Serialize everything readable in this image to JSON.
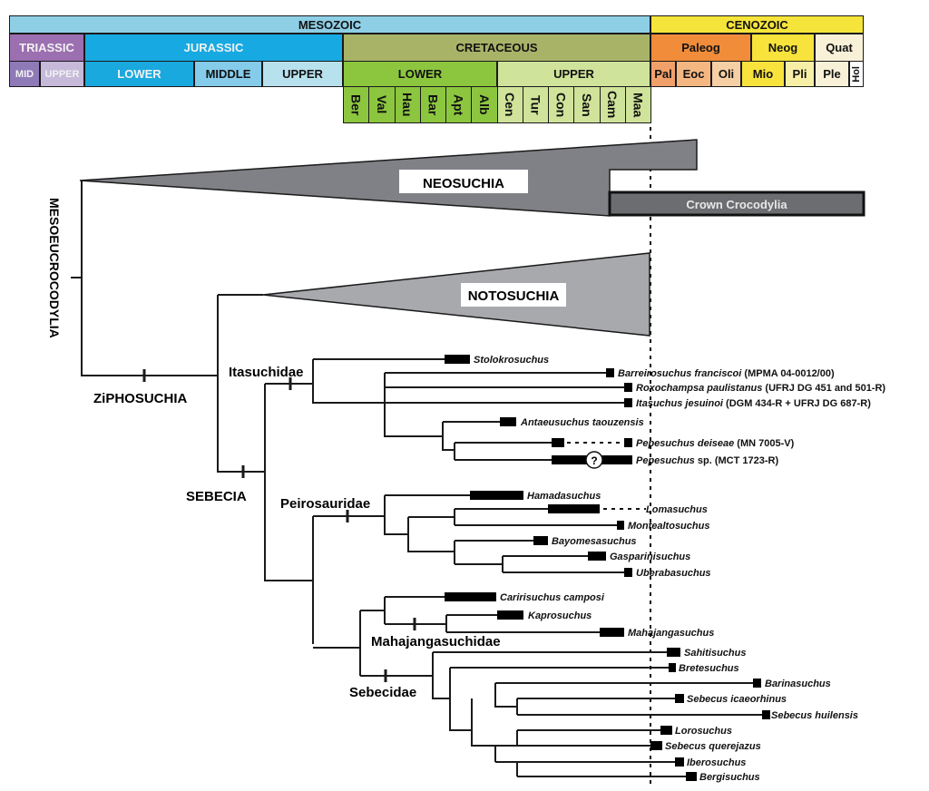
{
  "timescale": {
    "eras": [
      {
        "key": "mesozoic",
        "label": "MESOZOIC",
        "color": "#8ecfe6"
      },
      {
        "key": "cenozoic",
        "label": "CENOZOIC",
        "color": "#f5e43a"
      }
    ],
    "periods": [
      {
        "key": "triassic",
        "label": "TRIASSIC",
        "color": "#9b6fb0",
        "white": true
      },
      {
        "key": "jurassic",
        "label": "JURASSIC",
        "color": "#17a9e1",
        "white": true
      },
      {
        "key": "cretaceous",
        "label": "CRETACEOUS",
        "color": "#a8b368"
      },
      {
        "key": "paleog",
        "label": "Paleog",
        "color": "#f08c3a"
      },
      {
        "key": "neog",
        "label": "Neog",
        "color": "#f7e33b"
      },
      {
        "key": "quat",
        "label": "Quat",
        "color": "#f8f1d8"
      }
    ],
    "epochs": [
      {
        "key": "tri-mid",
        "label": "MID",
        "color": "#8f7ab8",
        "white": true
      },
      {
        "key": "tri-upper",
        "label": "UPPER",
        "color": "#c6b9da",
        "white": true
      },
      {
        "key": "jur-lower",
        "label": "LOWER",
        "color": "#1aa9df",
        "white": true
      },
      {
        "key": "jur-middle",
        "label": "MIDDLE",
        "color": "#85cbea"
      },
      {
        "key": "jur-upper",
        "label": "UPPER",
        "color": "#b8e1ee"
      },
      {
        "key": "cre-lower",
        "label": "LOWER",
        "color": "#8cc63f"
      },
      {
        "key": "cre-upper",
        "label": "UPPER",
        "color": "#cfe39a"
      },
      {
        "key": "pal",
        "label": "Pal",
        "color": "#f2a06a"
      },
      {
        "key": "eoc",
        "label": "Eoc",
        "color": "#f4b782"
      },
      {
        "key": "oli",
        "label": "Oli",
        "color": "#f7cfa4"
      },
      {
        "key": "mio",
        "label": "Mio",
        "color": "#f7e33b"
      },
      {
        "key": "pli",
        "label": "Pli",
        "color": "#f8efa6"
      },
      {
        "key": "ple",
        "label": "Ple",
        "color": "#f8f1d8"
      },
      {
        "key": "hol",
        "label": "Hol",
        "color": "#ffffff"
      }
    ],
    "stages": [
      {
        "label": "Ber",
        "color": "#8cc63f"
      },
      {
        "label": "Val",
        "color": "#8cc63f"
      },
      {
        "label": "Hau",
        "color": "#8cc63f"
      },
      {
        "label": "Bar",
        "color": "#8cc63f"
      },
      {
        "label": "Apt",
        "color": "#8cc63f"
      },
      {
        "label": "Alb",
        "color": "#8cc63f"
      },
      {
        "label": "Cen",
        "color": "#cfe39a"
      },
      {
        "label": "Tur",
        "color": "#cfe39a"
      },
      {
        "label": "Con",
        "color": "#cfe39a"
      },
      {
        "label": "San",
        "color": "#cfe39a"
      },
      {
        "label": "Cam",
        "color": "#cfe39a"
      },
      {
        "label": "Maa",
        "color": "#cfe39a"
      }
    ]
  },
  "clades": {
    "mesoeucrocodylia": "MESOEUCROCODYLIA",
    "neosuchia": "NEOSUCHIA",
    "crown": "Crown Crocodylia",
    "notosuchia": "NOTOSUCHIA",
    "ziphosuchia": "ZiPHOSUCHIA",
    "sebecia": "SEBECIA",
    "itasuchidae": "Itasuchidae",
    "peirosauridae": "Peirosauridae",
    "mahajangasuchidae": "Mahajangasuchidae",
    "sebecidae": "Sebecidae"
  },
  "colors": {
    "neosuchia_fill": "#808186",
    "notosuchia_fill": "#a7a9ad",
    "crown_fill": "#6c6d71",
    "line": "#1a1a1a"
  },
  "uncertain_marker": "?",
  "taxa": [
    {
      "id": "stolokrosuchus",
      "name": "Stolokrosuchus"
    },
    {
      "id": "barreirosuchus",
      "name": "Barreirosuchus franciscoi",
      "specimen": " (MPMA 04-0012/00)"
    },
    {
      "id": "roxochampsa",
      "name": "Roxochampsa paulistanus",
      "specimen": " (UFRJ DG 451 and 501-R)"
    },
    {
      "id": "itasuchus",
      "name": "Itasuchus jesuinoi",
      "specimen": " (DGM 434-R + UFRJ DG 687-R)"
    },
    {
      "id": "antaeusuchus",
      "name": "Antaeusuchus taouzensis"
    },
    {
      "id": "pepesuchus-deiseae",
      "name": "Pepesuchus deiseae",
      "specimen": " (MN 7005-V)"
    },
    {
      "id": "pepesuchus-sp",
      "name": "Pepesuchus",
      "specimen": " sp. (MCT 1723-R)"
    },
    {
      "id": "hamadasuchus",
      "name": "Hamadasuchus"
    },
    {
      "id": "lomasuchus",
      "name": "Lomasuchus"
    },
    {
      "id": "montealtosuchus",
      "name": "Montealtosuchus"
    },
    {
      "id": "bayomesasuchus",
      "name": "Bayomesasuchus"
    },
    {
      "id": "gasparinisuchus",
      "name": "Gasparinisuchus"
    },
    {
      "id": "uberabasuchus",
      "name": "Uberabasuchus"
    },
    {
      "id": "caririsuchus",
      "name": "Caririsuchus camposi"
    },
    {
      "id": "kaprosuchus",
      "name": "Kaprosuchus"
    },
    {
      "id": "mahajangasuchus",
      "name": "Mahajangasuchus"
    },
    {
      "id": "sahitisuchus",
      "name": "Sahitisuchus"
    },
    {
      "id": "bretesuchus",
      "name": "Bretesuchus"
    },
    {
      "id": "barinasuchus",
      "name": "Barinasuchus"
    },
    {
      "id": "sebecus-icaeorhinus",
      "name": "Sebecus icaeorhinus"
    },
    {
      "id": "sebecus-huilensis",
      "name": "Sebecus huilensis"
    },
    {
      "id": "lorosuchus",
      "name": "Lorosuchus"
    },
    {
      "id": "sebecus-querejazus",
      "name": "Sebecus querejazus"
    },
    {
      "id": "iberosuchus",
      "name": "Iberosuchus"
    },
    {
      "id": "bergisuchus",
      "name": "Bergisuchus"
    }
  ]
}
